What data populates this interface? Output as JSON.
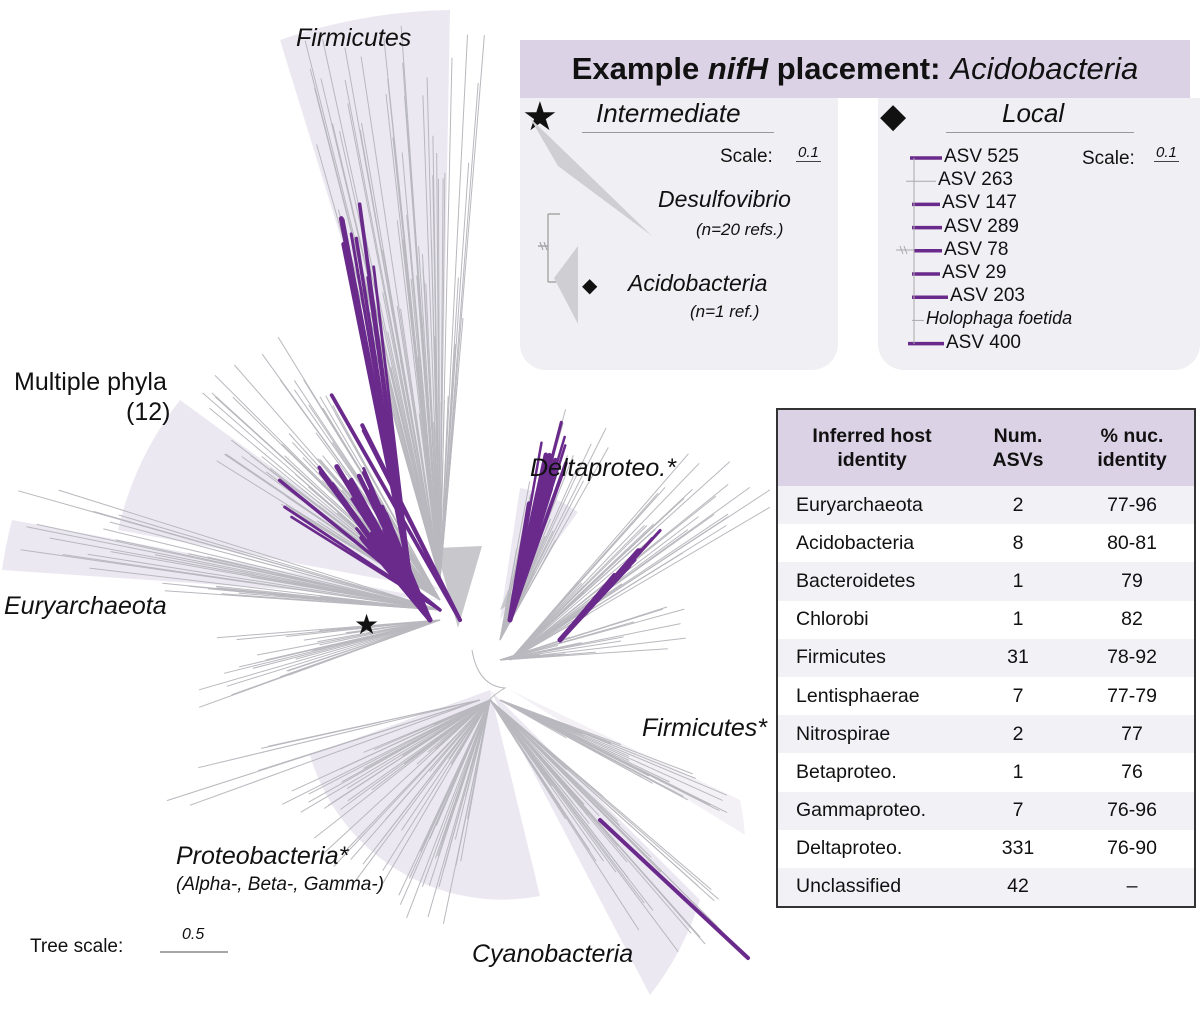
{
  "tree": {
    "clade_labels": {
      "firmicutes_top": "Firmicutes",
      "multiple_phyla_line1": "Multiple phyla",
      "multiple_phyla_line2": "(12)",
      "euryarchaeota": "Euryarchaeota",
      "deltaproteo": "Deltaproteo.*",
      "firmicutes_star": "Firmicutes*",
      "proteobacteria": "Proteobacteria*",
      "proteobacteria_sub": "(Alpha-, Beta-, Gamma-)",
      "cyanobacteria": "Cyanobacteria"
    },
    "scale_label": "Tree scale:",
    "scale_value": "0.5",
    "colors": {
      "branch": "#b8b8be",
      "highlight": "#6a2a8c",
      "wedge": "#e9e5ef",
      "collapsed": "#c8c8cc"
    }
  },
  "placement": {
    "title_prefix": "Example",
    "title_gene": "nifH",
    "title_middle": "placement:",
    "title_taxon": "Acidobacteria",
    "intermediate": {
      "heading": "Intermediate",
      "scale_label": "Scale:",
      "scale_value": "0.1",
      "clade1_name": "Desulfovibrio",
      "clade1_count": "(n=20 refs.)",
      "clade2_name": "Acidobacteria",
      "clade2_count": "(n=1 ref.)"
    },
    "local": {
      "heading": "Local",
      "scale_label": "Scale:",
      "scale_value": "0.1",
      "leaves": [
        "ASV 525",
        "ASV 263",
        "ASV 147",
        "ASV 289",
        "ASV 78",
        "ASV 29",
        "ASV 203",
        "Holophaga foetida",
        "ASV 400"
      ]
    }
  },
  "host_table": {
    "headers": [
      "Inferred host identity",
      "Num. ASVs",
      "% nuc. identity"
    ],
    "rows": [
      [
        "Euryarchaeota",
        "2",
        "77-96"
      ],
      [
        "Acidobacteria",
        "8",
        "80-81"
      ],
      [
        "Bacteroidetes",
        "1",
        "79"
      ],
      [
        "Chlorobi",
        "1",
        "82"
      ],
      [
        "Firmicutes",
        "31",
        "78-92"
      ],
      [
        "Lentisphaerae",
        "7",
        "77-79"
      ],
      [
        "Nitrospirae",
        "2",
        "77"
      ],
      [
        "Betaproteo.",
        "1",
        "76"
      ],
      [
        "Gammaproteo.",
        "7",
        "76-96"
      ],
      [
        "Deltaproteo.",
        "331",
        "76-90"
      ],
      [
        "Unclassified",
        "42",
        "–"
      ]
    ]
  }
}
